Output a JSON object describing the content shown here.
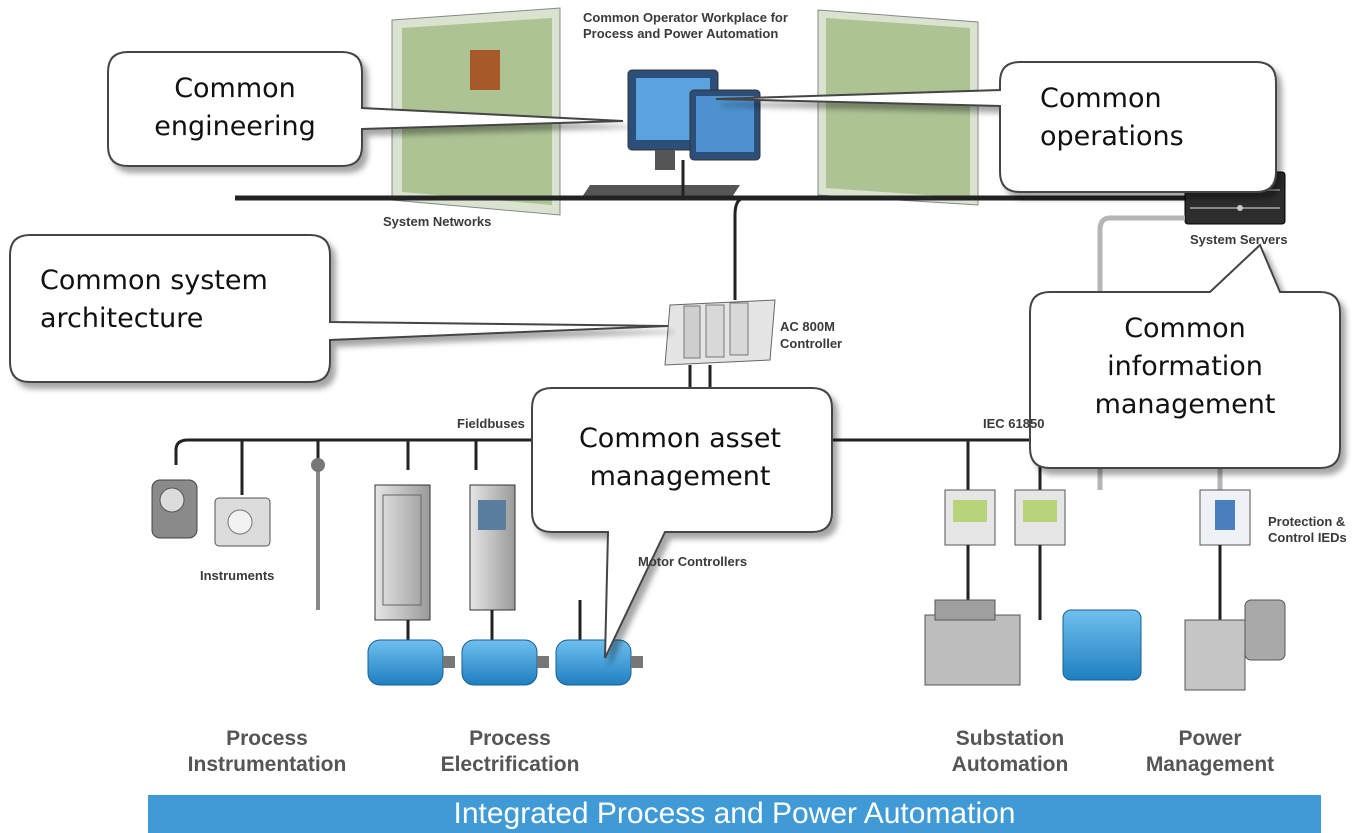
{
  "header": {
    "workplace_title": "Common Operator Workplace for\nProcess and Power Automation"
  },
  "network_labels": {
    "system_networks": "System Networks",
    "system_servers": "System Servers",
    "controller": "AC 800M\nController",
    "fieldbuses": "Fieldbuses",
    "iec": "IEC 61850",
    "instruments": "Instruments",
    "motor_controllers": "Motor Controllers",
    "protection": "Protection &\nControl IEDs"
  },
  "callouts": {
    "engineering": "Common\nengineering",
    "operations": "Common\noperations",
    "architecture": "Common system\narchitecture",
    "asset": "Common asset\nmanagement",
    "information": "Common\ninformation\nmanagement"
  },
  "categories": {
    "process_instrumentation": "Process\nInstrumentation",
    "process_electrification": "Process\nElectrification",
    "substation_automation": "Substation\nAutomation",
    "power_management": "Power\nManagement"
  },
  "banner": "Integrated Process and Power Automation",
  "colors": {
    "banner": "#3f9ad6",
    "bus": "#222222",
    "motor": "#3a9bd5",
    "callout_border": "#444444"
  }
}
